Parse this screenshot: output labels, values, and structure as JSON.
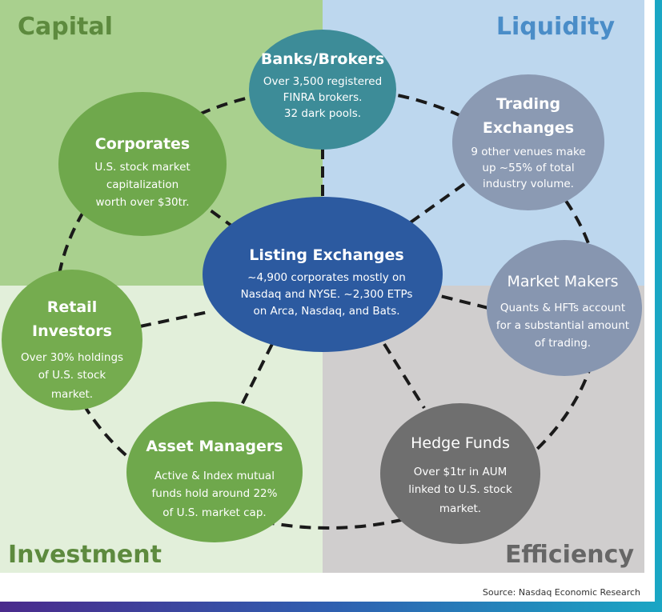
{
  "quadrants": {
    "capital": "Capital",
    "liquidity": "Liquidity",
    "investment": "Investment",
    "efficiency": "Efficiency"
  },
  "colors": {
    "capital": "#a9d08e",
    "liquidity": "#bdd7ee",
    "investment": "#e2efda",
    "efficiency": "#d0cece",
    "green": "#6fa84c",
    "teal": "#3d8c98",
    "blue": "#2c5aa0",
    "slate": "#8b9ab3",
    "gray": "#6f6f6f"
  },
  "nodes": {
    "banks": {
      "title": "Banks/Brokers",
      "lines": [
        "Over 3,500 registered",
        "FINRA brokers.",
        "32 dark pools."
      ]
    },
    "trading": {
      "title": [
        "Trading",
        "Exchanges"
      ],
      "lines": [
        "9 other venues make",
        "up ~55% of total",
        "industry volume."
      ]
    },
    "corporates": {
      "title": "Corporates",
      "lines": [
        "U.S. stock market",
        "capitalization",
        "worth over $30tr."
      ]
    },
    "listing": {
      "title": "Listing Exchanges",
      "lines": [
        "~4,900 corporates mostly on",
        "Nasdaq and NYSE. ~2,300 ETPs",
        "on Arca, Nasdaq, and Bats."
      ]
    },
    "market_makers": {
      "title": "Market Makers",
      "lines": [
        "Quants & HFTs account",
        "for a substantial amount",
        "of trading."
      ]
    },
    "retail": {
      "title": [
        "Retail",
        "Investors"
      ],
      "lines": [
        "Over 30% holdings",
        "of U.S. stock",
        "market."
      ]
    },
    "asset": {
      "title": "Asset Managers",
      "lines": [
        "Active & Index mutual",
        "funds hold around 22%",
        "of U.S. market cap."
      ]
    },
    "hedge": {
      "title": "Hedge Funds",
      "lines": [
        "Over $1tr in AUM",
        "linked to U.S. stock",
        "market."
      ]
    }
  },
  "source": "Source: Nasdaq Economic Research"
}
